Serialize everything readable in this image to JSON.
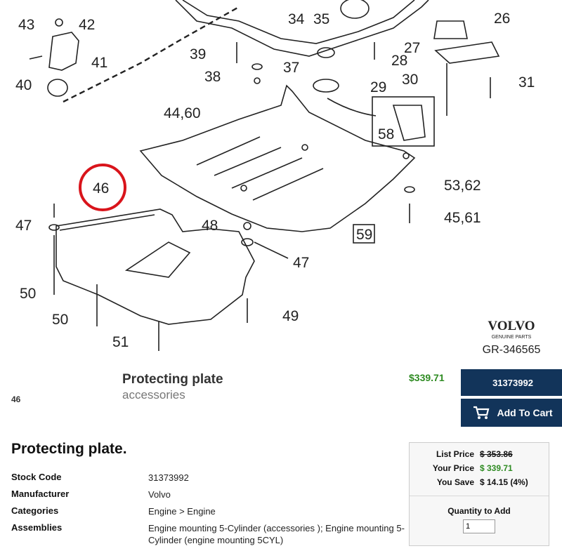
{
  "diagram": {
    "callouts": [
      "43",
      "42",
      "41",
      "40",
      "34",
      "35",
      "26",
      "27",
      "28",
      "39",
      "37",
      "38",
      "30",
      "31",
      "29",
      "44,60",
      "58",
      "46",
      "53,62",
      "45,61",
      "47",
      "48",
      "59",
      "47",
      "50",
      "49",
      "50",
      "51"
    ],
    "brand": "VOLVO",
    "brand_sub": "GENUINE PARTS",
    "drawing_id": "GR-346565",
    "highlight_color": "#d9141b"
  },
  "part": {
    "ref": "46",
    "title": "Protecting plate",
    "subtitle": "accessories",
    "price": "$339.71",
    "code_button": "31373992",
    "cart_button": "Add To Cart"
  },
  "detail": {
    "title": "Protecting plate.",
    "specs": [
      {
        "label": "Stock Code",
        "value": "31373992"
      },
      {
        "label": "Manufacturer",
        "value": "Volvo"
      },
      {
        "label": "Categories",
        "value": "Engine > Engine"
      },
      {
        "label": "Assemblies",
        "value": "Engine mounting 5-Cylinder (accessories ); Engine mounting 5-Cylinder (engine mounting 5CYL)"
      }
    ]
  },
  "pricing": {
    "list_label": "List Price",
    "list_value": "$ 353.86",
    "your_label": "Your Price",
    "your_value": "$ 339.71",
    "save_label": "You Save",
    "save_value": "$ 14.15 (4%)",
    "qty_label": "Quantity to Add",
    "qty_value": "1"
  },
  "colors": {
    "button_bg": "#12345a",
    "price_green": "#2e8b22"
  }
}
